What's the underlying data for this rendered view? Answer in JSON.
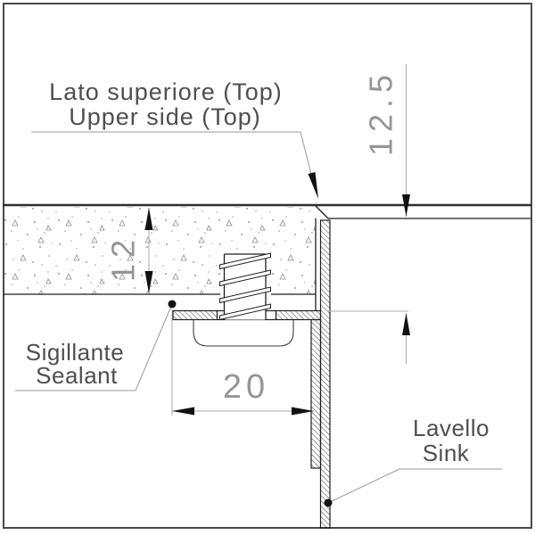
{
  "labels": {
    "top_line1": "Lato superiore (Top)",
    "top_line2": "Upper side (Top)",
    "sealant_line1": "Sigillante",
    "sealant_line2": "Sealant",
    "sink_line1": "Lavello",
    "sink_line2": "Sink"
  },
  "dimensions": {
    "countertop_thickness": "12",
    "rim_height": "12.5",
    "flange_width": "20"
  },
  "colors": {
    "background": "#ffffff",
    "object_line": "#1f1f1f",
    "thick_top_line": "#2e2e2e",
    "frame": "#4a4a4a",
    "dim_line": "#ababab",
    "dim_text": "#959595",
    "label_text": "#4f4f4f",
    "arrow_and_dot": "#111111"
  }
}
